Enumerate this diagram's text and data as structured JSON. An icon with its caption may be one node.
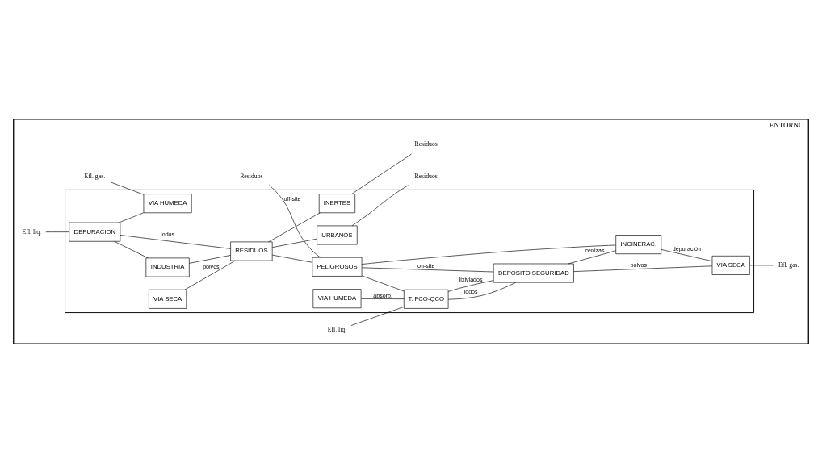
{
  "diagram": {
    "nodes": [
      {
        "text": [
          "ENTORNO"
        ]
      },
      {
        "text": [],
        "shape": "box",
        "in": 0
      },
      {
        "text": [
          "Efl. liq."
        ],
        "in": 0
      },
      {
        "text": [
          "DEPURACION"
        ],
        "in": 1
      },
      {
        "text": [
          "INDUSTRIA"
        ],
        "in": 1
      },
      {
        "text": [
          "VIA HUMEDA"
        ],
        "in": 1
      },
      {
        "text": [
          "Efl. gas."
        ],
        "in": 0
      },
      {
        "text": [
          "VIA SECA"
        ],
        "in": 1
      },
      {
        "text": [
          "RESIDUOS"
        ],
        "in": 1
      },
      {
        "text": [
          "URBANOS"
        ],
        "in": 1
      },
      {
        "text": [
          "Residuos"
        ],
        "in": 0
      },
      {
        "text": [
          "INERTES"
        ],
        "in": 1
      },
      {
        "text": [
          "Residuos"
        ],
        "in": 0
      },
      {
        "text": [
          "Residuos"
        ],
        "in": 0
      },
      {
        "text": [
          "PELIGROSOS"
        ],
        "in": 1
      },
      {
        "text": [
          "Efl. liq."
        ],
        "in": 0
      },
      {
        "text": [
          "T. FCO-QCO"
        ],
        "in": 1
      },
      {
        "text": [
          "DEPOSITO SEGURIDAD"
        ],
        "in": 1
      },
      {
        "text": [
          "INCINERAC."
        ],
        "in": 1
      },
      {
        "text": [
          "VIA SECA"
        ],
        "in": 1
      },
      {
        "text": [
          "Efl. gas."
        ],
        "in": 0
      },
      {
        "text": [
          "VIA HUMEDA"
        ],
        "in": 1
      }
    ],
    "edges": [
      {
        "from": 2,
        "to": 3,
        "arrow": "none"
      },
      {
        "from": 3,
        "to": 4,
        "arrow": "none"
      },
      {
        "from": 3,
        "to": 5,
        "arrow": "none"
      },
      {
        "from": 3,
        "to": 8,
        "arrow": "none",
        "label": "lodos"
      },
      {
        "from": 6,
        "to": 5,
        "arrow": "none"
      },
      {
        "from": 7,
        "to": 8,
        "arrow": "none",
        "label": "polvos"
      },
      {
        "from": 4,
        "to": 8,
        "arrow": "none"
      },
      {
        "from": 8,
        "to": 9,
        "arrow": "none"
      },
      {
        "from": 8,
        "to": 11,
        "arrow": "none"
      },
      {
        "from": 9,
        "to": 10,
        "arrow": "none"
      },
      {
        "from": 11,
        "to": 12,
        "arrow": "none"
      },
      {
        "from": 13,
        "to": 14,
        "arrow": "none",
        "label": "off-site"
      },
      {
        "from": 8,
        "to": 14,
        "arrow": "none"
      },
      {
        "from": 14,
        "to": 16,
        "arrow": "none"
      },
      {
        "from": 14,
        "to": 17,
        "arrow": "none",
        "label": "on-site"
      },
      {
        "from": 14,
        "to": 18,
        "arrow": "none"
      },
      {
        "from": 15,
        "to": 16,
        "arrow": "none"
      },
      {
        "from": 16,
        "to": 17,
        "arrow": "none",
        "label": "lodos"
      },
      {
        "from": 17,
        "to": 18,
        "arrow": "none",
        "label": "cenizas"
      },
      {
        "from": 18,
        "to": 19,
        "arrow": "none",
        "label": "depuración"
      },
      {
        "from": 19,
        "to": 17,
        "arrow": "none",
        "label": "polvos"
      },
      {
        "from": 19,
        "to": 20,
        "arrow": "none"
      },
      {
        "from": 17,
        "to": 16,
        "arrow": "none",
        "label": "lixiviados"
      },
      {
        "from": 21,
        "to": 16,
        "arrow": "none",
        "label": "absorb."
      }
    ]
  }
}
